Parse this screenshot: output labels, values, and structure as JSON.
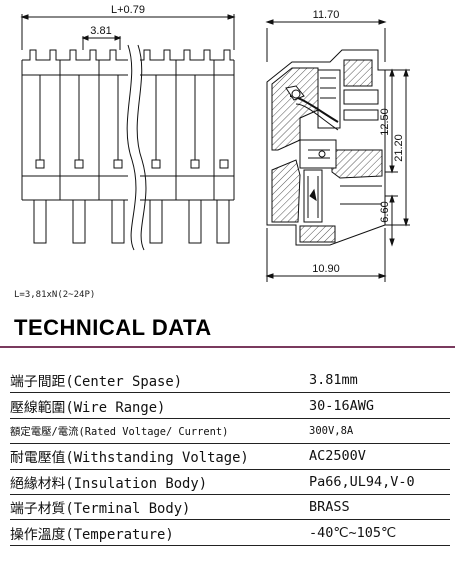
{
  "drawing": {
    "dim_length": "L+0.79",
    "dim_pitch": "3.81",
    "dim_width": "11.70",
    "dim_depth": "10.90",
    "dim_height_upper": "12.50",
    "dim_height_total": "21.20",
    "dim_height_lower": "6.60",
    "length_formula": "L=3,81xN(2~24P)"
  },
  "section_title": "TECHNICAL DATA",
  "specs": [
    {
      "label": "端子間距(Center Spase)",
      "value": "3.81mm"
    },
    {
      "label": "壓線範圍(Wire Range)",
      "value": "30-16AWG"
    },
    {
      "label": "額定電壓/電流(Rated Voltage/ Current)",
      "value": "300V,8A"
    },
    {
      "label": "耐電壓值(Withstanding Voltage)",
      "value": "AC2500V"
    },
    {
      "label": "絕緣材料(Insulation Body)",
      "value": "Pa66,UL94,V-0"
    },
    {
      "label": "端子材質(Terminal Body)",
      "value": "BRASS"
    },
    {
      "label": "操作溫度(Temperature)",
      "value": "-40℃~105℃"
    }
  ],
  "colors": {
    "accent_rule": "#7a3a5e",
    "line": "#111111",
    "hatch": "#555555"
  }
}
